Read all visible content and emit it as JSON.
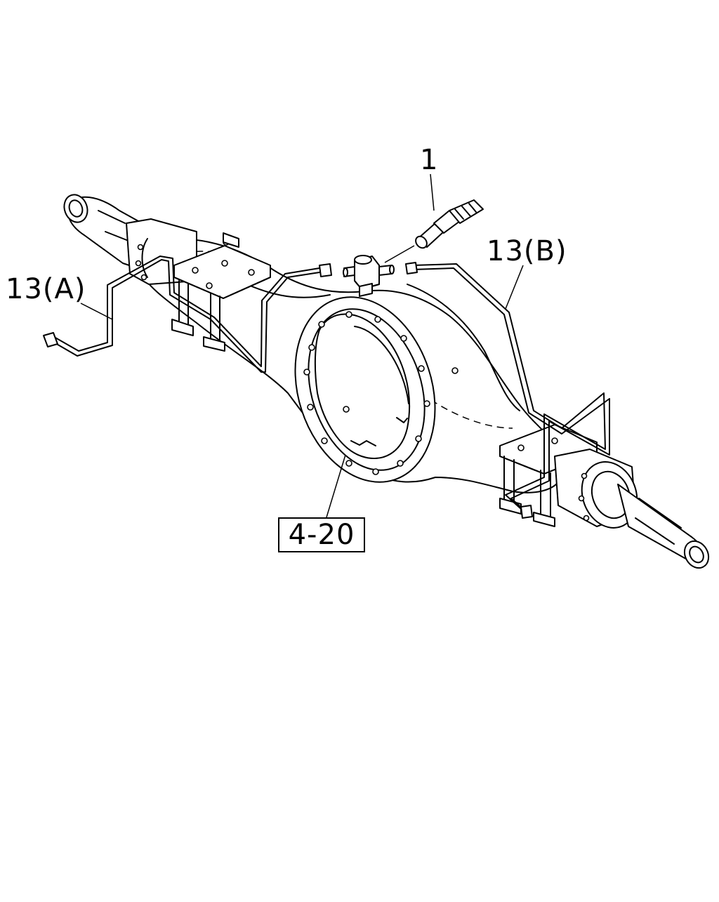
{
  "callouts": {
    "part_1": "1",
    "part_13a": "13(A)",
    "part_13b": "13(B)",
    "ref_4_20": "4-20"
  },
  "colors": {
    "line": "#000000",
    "background": "#ffffff"
  }
}
